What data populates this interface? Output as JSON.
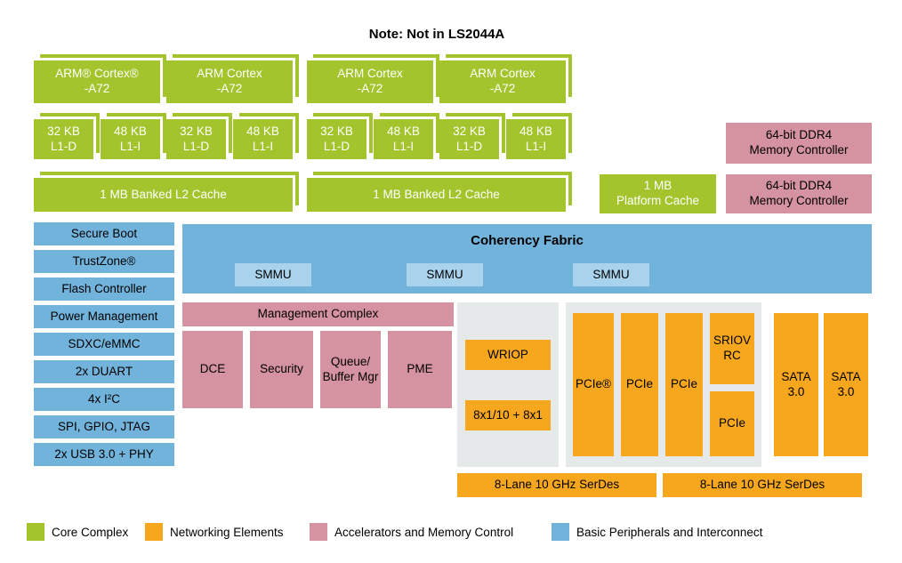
{
  "note": "Note: Not in LS2044A",
  "colors": {
    "core_complex": "#a3c42c",
    "networking": "#f7a71e",
    "accelerators": "#d592a0",
    "peripherals": "#72b3dc",
    "smmu": "#a9d3ec"
  },
  "cores": [
    {
      "line1": "ARM® Cortex®",
      "line2": "-A72"
    },
    {
      "line1": "ARM Cortex",
      "line2": "-A72"
    },
    {
      "line1": "ARM Cortex",
      "line2": "-A72"
    },
    {
      "line1": "ARM Cortex",
      "line2": "-A72"
    }
  ],
  "l1_caches": [
    {
      "size": "32 KB",
      "type": "L1-D"
    },
    {
      "size": "48 KB",
      "type": "L1-I"
    },
    {
      "size": "32 KB",
      "type": "L1-D"
    },
    {
      "size": "48 KB",
      "type": "L1-I"
    },
    {
      "size": "32 KB",
      "type": "L1-D"
    },
    {
      "size": "48 KB",
      "type": "L1-I"
    },
    {
      "size": "32 KB",
      "type": "L1-D"
    },
    {
      "size": "48 KB",
      "type": "L1-I"
    }
  ],
  "l2_caches": [
    "1 MB Banked L2 Cache",
    "1 MB Banked L2 Cache"
  ],
  "platform_cache": {
    "line1": "1 MB",
    "line2": "Platform Cache"
  },
  "ddr_controllers": [
    {
      "line1": "64-bit DDR4",
      "line2": "Memory Controller"
    },
    {
      "line1": "64-bit DDR4",
      "line2": "Memory Controller"
    }
  ],
  "peripherals": [
    "Secure Boot",
    "TrustZone®",
    "Flash Controller",
    "Power Management",
    "SDXC/eMMC",
    "2x DUART",
    "4x I²C",
    "SPI, GPIO, JTAG",
    "2x USB 3.0 + PHY"
  ],
  "fabric": {
    "title": "Coherency Fabric",
    "smmu": [
      "SMMU",
      "SMMU",
      "SMMU"
    ]
  },
  "management_complex": {
    "title": "Management Complex",
    "blocks": [
      "DCE",
      "Security",
      "Queue/ Buffer Mgr",
      "PME"
    ]
  },
  "networking": {
    "wriop": "WRIOP",
    "ethernet_ports": "8x1/10 + 8x1",
    "pcie": [
      "PCIe®",
      "PCIe",
      "PCIe"
    ],
    "sriov": "SRIOV RC",
    "pcie_small": "PCIe",
    "sata": [
      "SATA 3.0",
      "SATA 3.0"
    ],
    "serdes": [
      "8-Lane 10 GHz SerDes",
      "8-Lane 10 GHz SerDes"
    ]
  },
  "legend": [
    {
      "label": "Core Complex",
      "color": "#a3c42c"
    },
    {
      "label": "Networking Elements",
      "color": "#f7a71e"
    },
    {
      "label": "Accelerators and Memory Control",
      "color": "#d592a0"
    },
    {
      "label": "Basic Peripherals and Interconnect",
      "color": "#72b3dc"
    }
  ]
}
